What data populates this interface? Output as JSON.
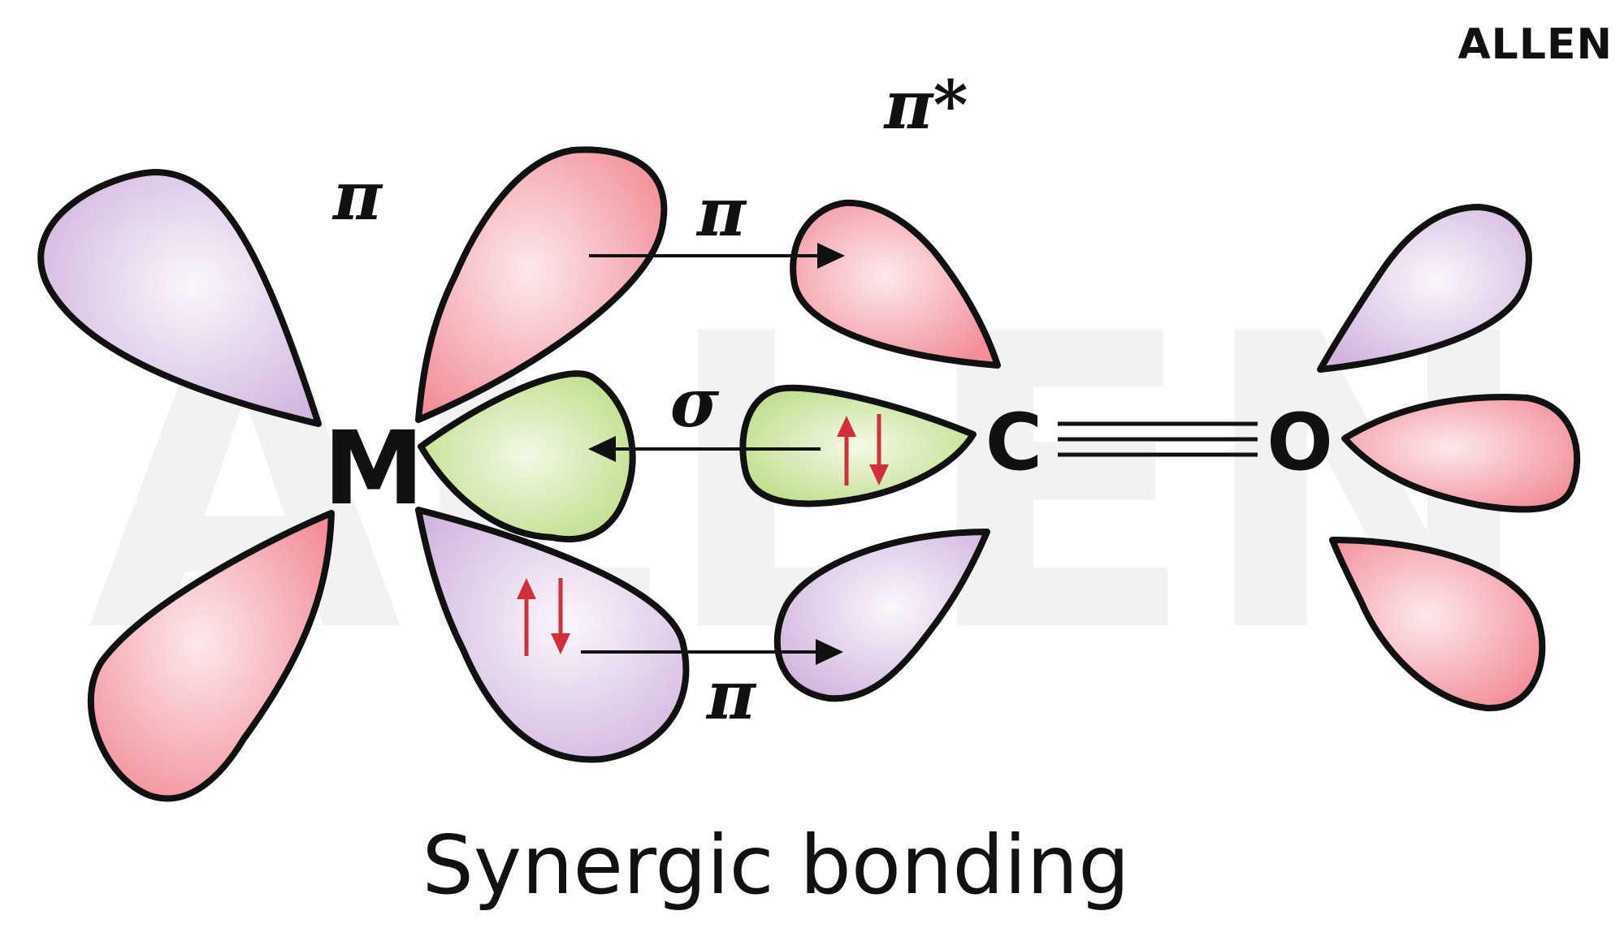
{
  "logo": {
    "text": "ALLEN"
  },
  "watermark": {
    "text": "ALLEN"
  },
  "atoms": {
    "metal": "M",
    "carbon": "C",
    "oxygen": "O"
  },
  "labels": {
    "pi_metal": "π",
    "pi_back_donation_top": "π",
    "pi_star": "π*",
    "sigma": "σ",
    "pi_back_donation_bottom": "π"
  },
  "caption": "Synergic bonding",
  "colors": {
    "pink_lobe": "#f28e98",
    "purple_lobe": "#d9c2e3",
    "green_lobe": "#c2e28e",
    "spin_arrow": "#d32f3a",
    "outline": "#111111"
  }
}
